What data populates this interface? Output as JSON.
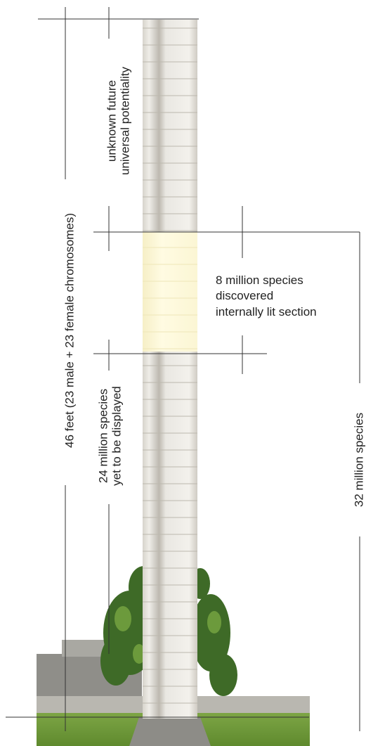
{
  "labels": {
    "total_height": "46 feet (23 male + 23 female chromosomes)",
    "future_line1": "unknown future",
    "future_line2": "universal potentiality",
    "discovered_line1": "8 million species",
    "discovered_line2": "discovered",
    "discovered_line3": "internally lit section",
    "undisplayed_line1": "24 million species",
    "undisplayed_line2": "yet to be displayed",
    "total_species": "32 million species"
  },
  "colors": {
    "column_stone": "#e9e7e2",
    "column_shadow": "#d3d0c9",
    "lit_section": "#fbf7d8",
    "grass": "#6f9a3a",
    "foliage": "#3f6b28",
    "stone_block": "#9d9c97"
  }
}
